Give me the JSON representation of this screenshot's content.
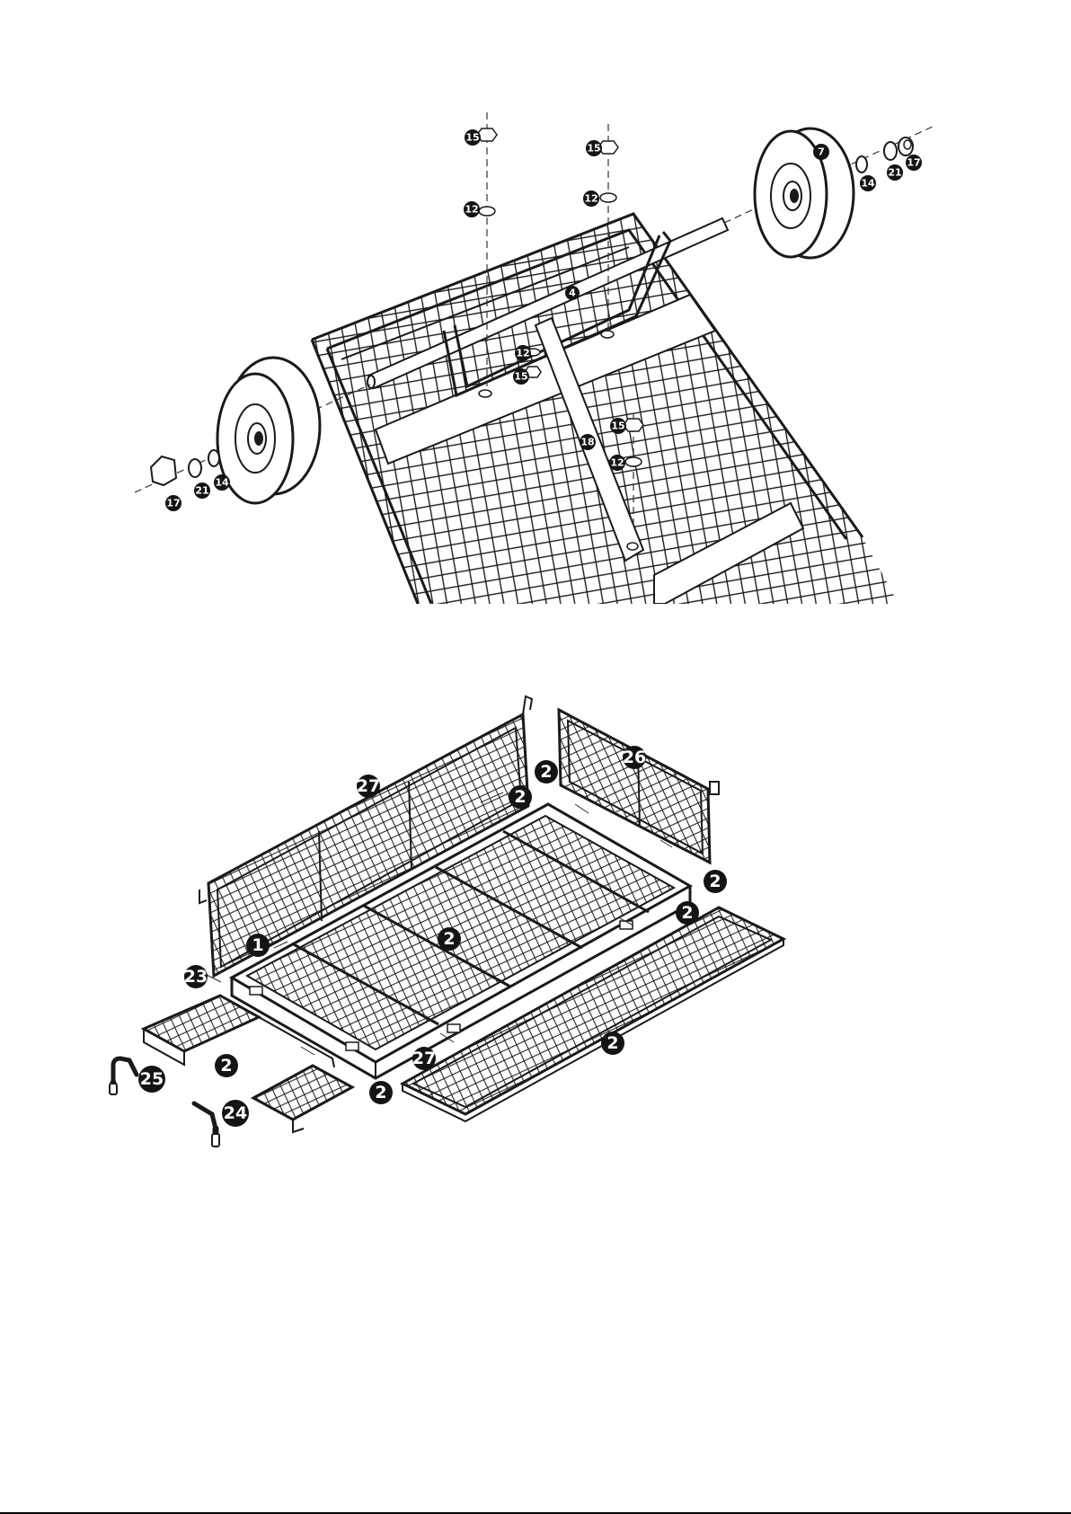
{
  "diagram_top": {
    "callouts": [
      {
        "id": "c15a",
        "label": "15"
      },
      {
        "id": "c15b",
        "label": "15"
      },
      {
        "id": "c12a",
        "label": "12"
      },
      {
        "id": "c12b",
        "label": "12"
      },
      {
        "id": "c7",
        "label": "7"
      },
      {
        "id": "c14r",
        "label": "14"
      },
      {
        "id": "c21r",
        "label": "21"
      },
      {
        "id": "c17r",
        "label": "17"
      },
      {
        "id": "c4",
        "label": "4"
      },
      {
        "id": "c12c",
        "label": "12"
      },
      {
        "id": "c15c",
        "label": "15"
      },
      {
        "id": "c15d",
        "label": "15"
      },
      {
        "id": "c18",
        "label": "18"
      },
      {
        "id": "c12d",
        "label": "12"
      },
      {
        "id": "c17l",
        "label": "17"
      },
      {
        "id": "c21l",
        "label": "21"
      },
      {
        "id": "c14l",
        "label": "14"
      }
    ]
  },
  "diagram_bottom": {
    "callouts": [
      {
        "id": "b27a",
        "label": "27"
      },
      {
        "id": "b26",
        "label": "26"
      },
      {
        "id": "b2a",
        "label": "2"
      },
      {
        "id": "b2b",
        "label": "2"
      },
      {
        "id": "b2c",
        "label": "2"
      },
      {
        "id": "b2d",
        "label": "2"
      },
      {
        "id": "b2e",
        "label": "2"
      },
      {
        "id": "b1",
        "label": "1"
      },
      {
        "id": "b2f",
        "label": "2"
      },
      {
        "id": "b25",
        "label": "25"
      },
      {
        "id": "b23",
        "label": "23"
      },
      {
        "id": "b2g",
        "label": "2"
      },
      {
        "id": "b27b",
        "label": "27"
      },
      {
        "id": "b2h",
        "label": "2"
      },
      {
        "id": "b24",
        "label": "24"
      }
    ]
  }
}
